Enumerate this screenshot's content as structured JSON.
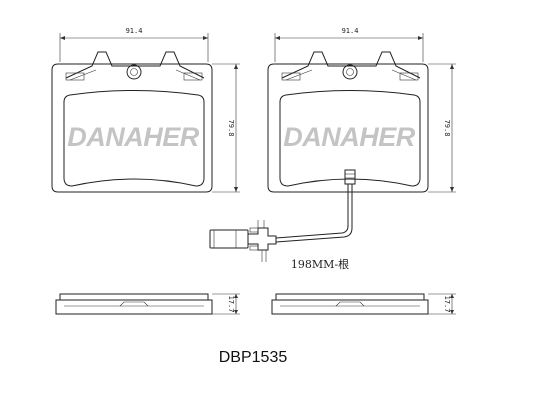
{
  "brand": "DANAHER",
  "part_number": "DBP1535",
  "dimensions": {
    "width": "91.4",
    "height": "79.8",
    "thickness": "17.7"
  },
  "sensor": {
    "wire_label": "198MM-根"
  },
  "colors": {
    "outline": "#222222",
    "watermark": "#c4c4c4"
  }
}
